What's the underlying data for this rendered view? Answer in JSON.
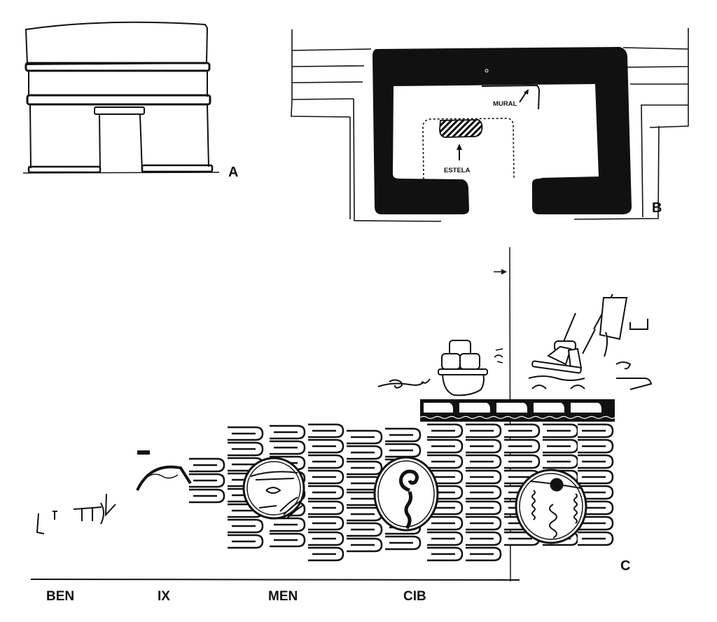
{
  "figure": {
    "panels": [
      {
        "id": "A",
        "label": "A",
        "description": "Elevation of temple building with doorway"
      },
      {
        "id": "B",
        "label": "B",
        "description": "Plan view of temple",
        "annotations": {
          "mural": "MURAL",
          "stela": "ESTELA"
        }
      },
      {
        "id": "C",
        "label": "C",
        "description": "Mural fragment with day-sign glyph cartouches"
      }
    ],
    "day_signs": [
      "BEN",
      "IX",
      "MEN",
      "CIB"
    ],
    "colors": {
      "ink": "#111111",
      "paper": "#ffffff"
    }
  }
}
